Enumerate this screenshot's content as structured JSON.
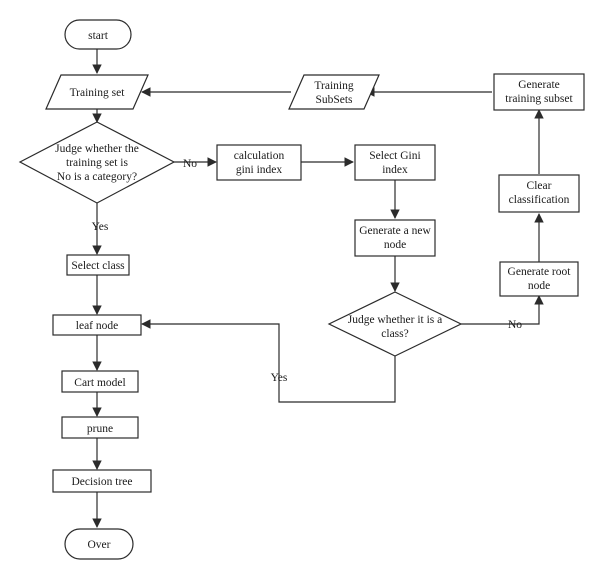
{
  "nodes": {
    "start": "start",
    "training_set": "Training set",
    "judge_category": [
      "Judge whether the",
      "training set is",
      "No is a category?"
    ],
    "calc_gini": [
      "calculation",
      "gini index"
    ],
    "select_gini": [
      "Select Gini",
      "index"
    ],
    "new_node": [
      "Generate a new",
      "node"
    ],
    "judge_class": [
      "Judge whether it is a",
      "class?"
    ],
    "root_node": [
      "Generate root",
      "node"
    ],
    "clear_class": [
      "Clear",
      "classification"
    ],
    "gen_subset": [
      "Generate",
      "training subset"
    ],
    "training_subsets": [
      "Training",
      "SubSets"
    ],
    "select_class": "Select class",
    "leaf_node": "leaf node",
    "cart_model": "Cart model",
    "prune": "prune",
    "decision_tree": "Decision tree",
    "over": "Over"
  },
  "edge_labels": {
    "judge_no": "No",
    "judge_yes": "Yes",
    "class_no": "No",
    "class_yes": "Yes"
  },
  "colors": {
    "stroke": "#2b2b2b",
    "fill": "#ffffff",
    "text": "#1a1a1a"
  }
}
